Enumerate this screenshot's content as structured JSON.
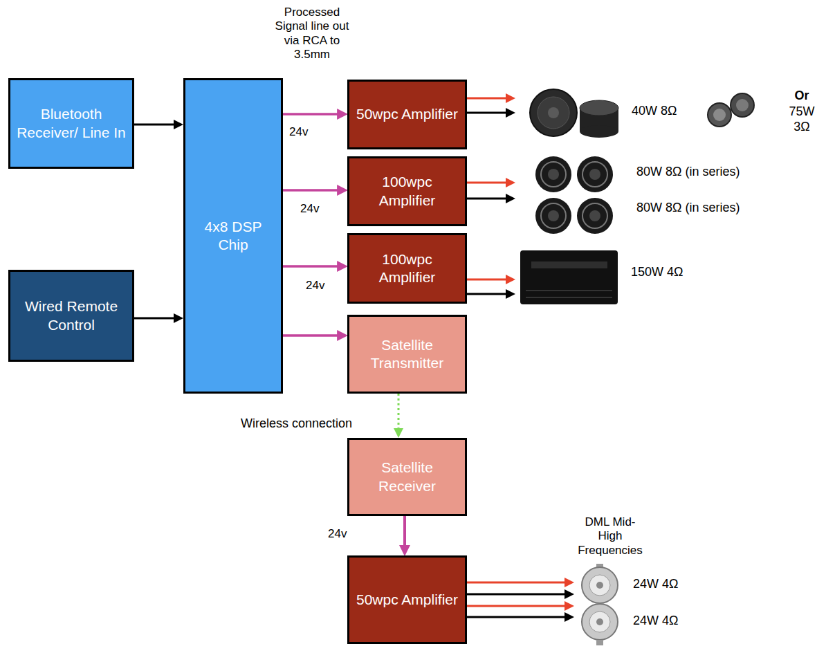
{
  "diagram": {
    "nodes": [
      {
        "text": [
          "Bluetooth Receiver/ Line In"
        ]
      },
      {
        "text": [
          "Wired Remote Control"
        ]
      },
      {
        "text": [
          "4x8 DSP Chip"
        ]
      },
      {
        "text": [
          "50wpc Amplifier"
        ]
      },
      {
        "text": [
          "100wpc Amplifier"
        ]
      },
      {
        "text": [
          "100wpc Amplifier"
        ]
      },
      {
        "text": [
          "Satellite Transmitter"
        ]
      },
      {
        "text": [
          "Satellite Receiver"
        ]
      },
      {
        "text": [
          "50wpc Amplifier"
        ]
      }
    ],
    "edges": [
      {
        "from": 0,
        "to": 2,
        "arrow": "to"
      },
      {
        "from": 1,
        "to": 2,
        "arrow": "to"
      },
      {
        "from": 2,
        "to": 3,
        "arrow": "to"
      },
      {
        "from": 2,
        "to": 4,
        "arrow": "to"
      },
      {
        "from": 2,
        "to": 5,
        "arrow": "to"
      },
      {
        "from": 2,
        "to": 6,
        "arrow": "to"
      },
      {
        "from": 6,
        "to": 7,
        "arrow": "to"
      },
      {
        "from": 7,
        "to": 8,
        "arrow": "to"
      }
    ],
    "labels": [
      "Processed Signal line out via RCA to 3.5mm",
      "24v",
      "24v",
      "24v",
      "40W 8Ω",
      "Or",
      "75W 3Ω",
      "80W 8Ω (in series)",
      "80W 8Ω (in series)",
      "150W 4Ω",
      "Wireless connection",
      "24v",
      "DML Mid-High Frequencies",
      "24W 4Ω",
      "24W 4Ω"
    ]
  }
}
